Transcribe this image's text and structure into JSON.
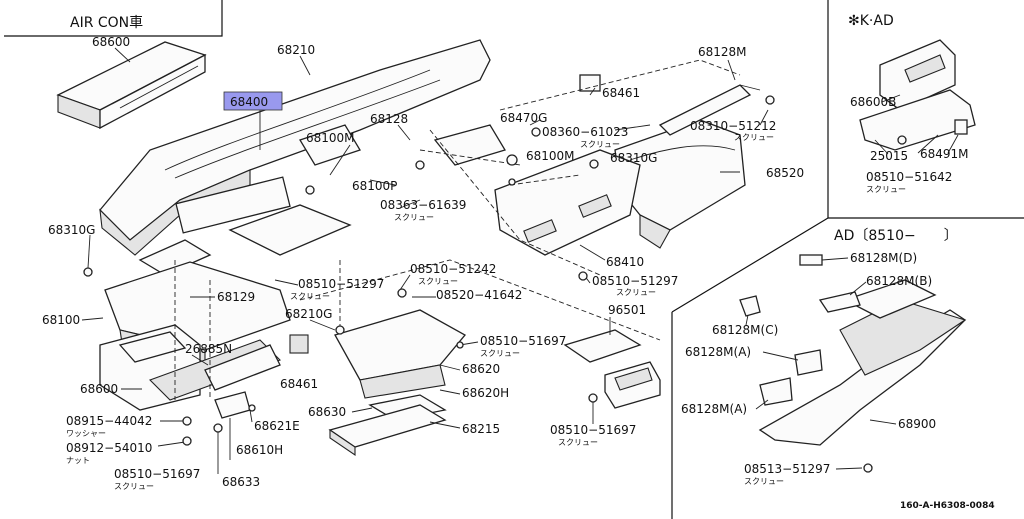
{
  "sections": {
    "aircon": "AIR CON車",
    "kad": "✻K·AD",
    "ad": "AD〔8510−　　〕"
  },
  "highlighted": "68400",
  "parts": [
    "68600",
    "68210",
    "68128M",
    "68461",
    "68128",
    "68100M",
    "68470G",
    "08360−61023",
    "08310−51212",
    "68100M",
    "68310G",
    "68520",
    "68100P",
    "08363−61639",
    "68410",
    "08510−51297",
    "68310G",
    "68129",
    "08510−51297",
    "08510−51242",
    "08520−41642",
    "68210G",
    "68100",
    "08510−51697",
    "96501",
    "26885N",
    "68620",
    "68461",
    "68620H",
    "68600",
    "08915−44042",
    "68621E",
    "68630",
    "68215",
    "08510−51697",
    "08912−54010",
    "68610H",
    "08510−51697",
    "68633",
    "68600B",
    "25015",
    "68491M",
    "08510−51642",
    "68128M(D)",
    "68128M(B)",
    "68128M(C)",
    "68128M(A)",
    "68128M(A)",
    "68900",
    "08513−51297"
  ],
  "notes": {
    "screw": "スクリュー",
    "washer": "ワッシャー",
    "nut": "ナット"
  },
  "ref_code": "160-A-H6308-0084"
}
